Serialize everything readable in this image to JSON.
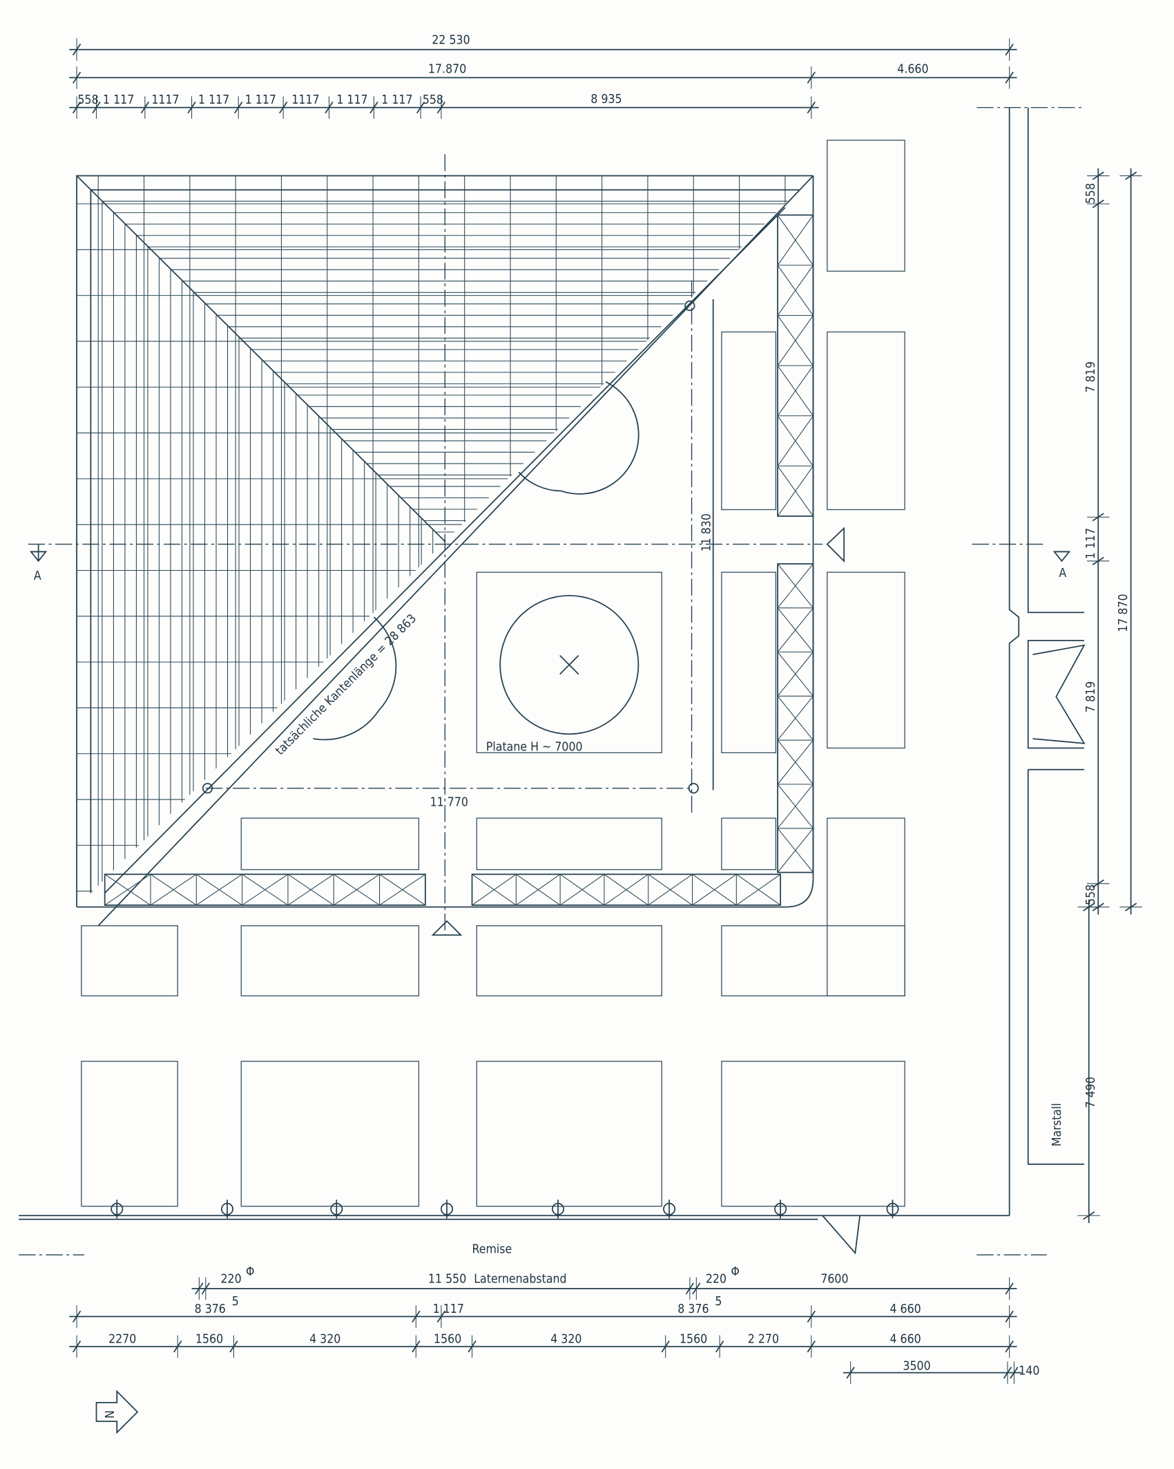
{
  "colors": {
    "ink": "#24404f",
    "paper": "#fdfdfc"
  },
  "top_dims": {
    "overall": "22 530",
    "roof": "17.870",
    "right": "4.660",
    "half_module_a": "558",
    "modules": [
      "1 117",
      "1117",
      "1 117",
      "1 117",
      "1117",
      "1 117",
      "1 117"
    ],
    "half_module_b": "558",
    "half_roof": "8 935"
  },
  "right_dims": {
    "top_edge": "558",
    "upper": "7 819",
    "middle": "1 117",
    "total": "17 870",
    "lower": "7 819",
    "bottom_edge": "558",
    "marstall_dim": "7 490"
  },
  "plan": {
    "height_dim": "11 830",
    "width_dim": "11 770",
    "tree_label": "Platane  H ~ 7000",
    "edge_label": "tatsächliche Kantenlänge = 28 863",
    "section_mark_left": "A",
    "section_mark_right": "A",
    "marstall": "Marstall",
    "remise": "Remise",
    "north": "N"
  },
  "bottom_dims": {
    "row1": {
      "lamp_a": "220",
      "diam": "Φ",
      "spacing_value": "11 550",
      "spacing_label": "Laternenabstand",
      "lamp_b": "220",
      "right": "7600"
    },
    "row2": {
      "left": "8 376",
      "left_sup": "5",
      "module": "1 117",
      "mid": "8 376",
      "mid_sup": "5",
      "right": "4 660"
    },
    "row3": [
      "2270",
      "1560",
      "4 320",
      "1560",
      "4 320",
      "1560",
      "2 270",
      "4 660"
    ],
    "row4": {
      "wall": "3500",
      "thick": "140"
    }
  }
}
